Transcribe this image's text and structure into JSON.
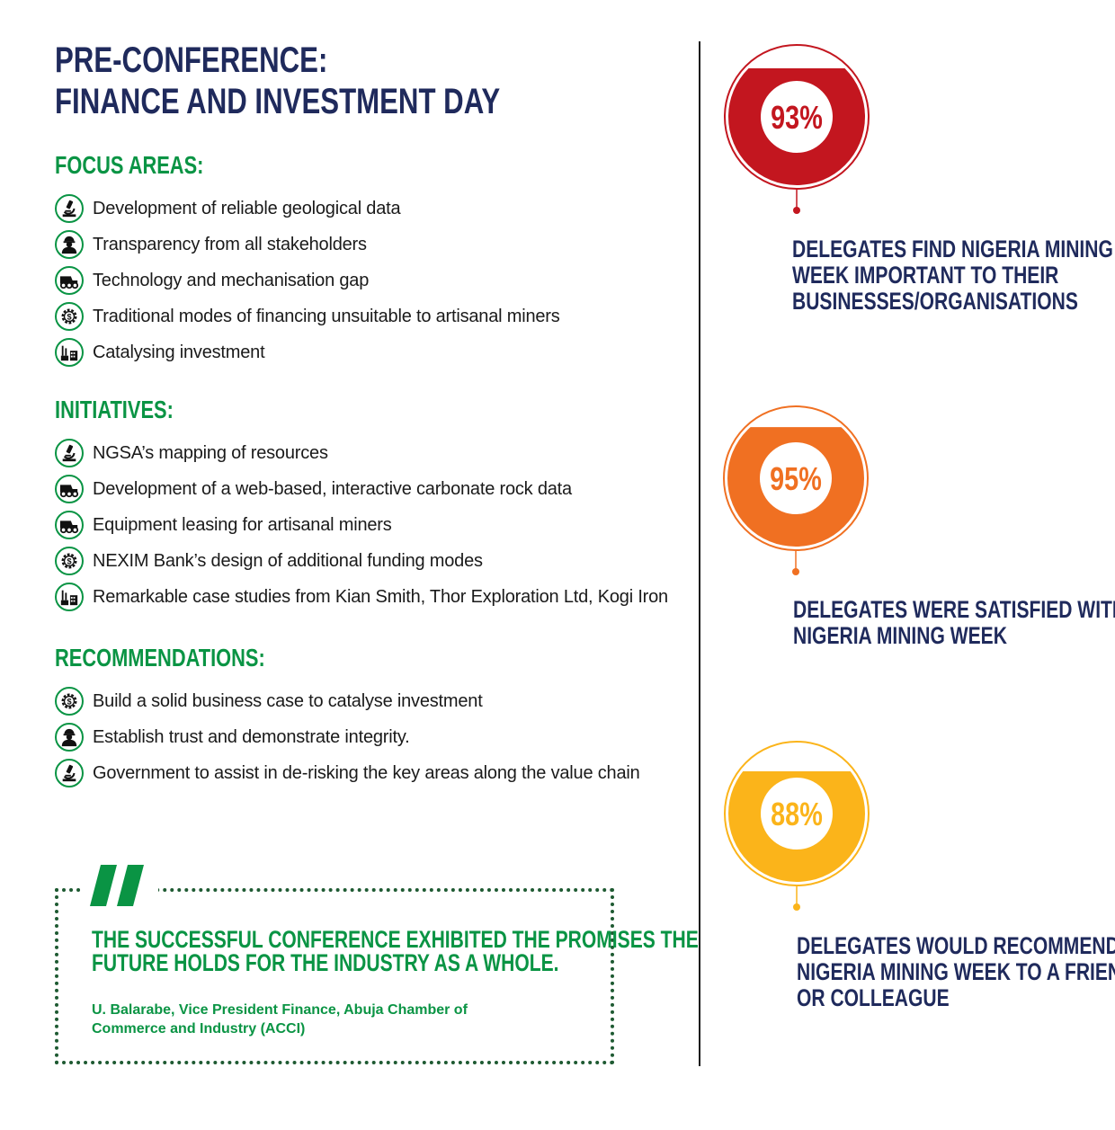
{
  "title": {
    "line1": "PRE-CONFERENCE:",
    "line2": "FINANCE AND INVESTMENT DAY"
  },
  "sections": [
    {
      "heading": "FOCUS AREAS:",
      "items": [
        {
          "icon": "microscope-icon",
          "text": "Development of reliable geological data"
        },
        {
          "icon": "worker-icon",
          "text": "Transparency from all stakeholders"
        },
        {
          "icon": "mining-truck-icon",
          "text": "Technology and mechanisation gap"
        },
        {
          "icon": "gear-dollar-icon",
          "text": "Traditional modes of financing unsuitable to artisanal miners"
        },
        {
          "icon": "factory-icon",
          "text": "Catalysing investment"
        }
      ]
    },
    {
      "heading": "INITIATIVES:",
      "items": [
        {
          "icon": "microscope-icon",
          "text": "NGSA’s mapping of resources"
        },
        {
          "icon": "mining-truck-icon",
          "text": "Development of a web-based, interactive carbonate rock data"
        },
        {
          "icon": "mining-truck-icon",
          "text": "Equipment leasing for artisanal miners"
        },
        {
          "icon": "gear-dollar-icon",
          "text": "NEXIM Bank’s design of additional funding modes"
        },
        {
          "icon": "factory-icon",
          "text": "Remarkable case studies from Kian Smith, Thor Exploration Ltd, Kogi Iron"
        }
      ]
    },
    {
      "heading": "RECOMMENDATIONS:",
      "items": [
        {
          "icon": "gear-dollar-icon",
          "text": "Build a solid business case to catalyse investment"
        },
        {
          "icon": "worker-icon",
          "text": "Establish trust and demonstrate integrity."
        },
        {
          "icon": "microscope-icon",
          "text": "Government to assist in de-risking the key areas along the value chain"
        }
      ]
    }
  ],
  "quote": {
    "line1": "THE SUCCESSFUL CONFERENCE EXHIBITED THE PROMISES THE",
    "line2": "FUTURE HOLDS FOR THE INDUSTRY AS A WHOLE.",
    "author_line1": "U. Balarabe, Vice President Finance, Abuja Chamber of",
    "author_line2": "Commerce and Industry (ACCI)"
  },
  "stats": [
    {
      "value": 93,
      "label": "93%",
      "color": "#c3161f",
      "lines": [
        "DELEGATES FIND NIGERIA MINING",
        "WEEK IMPORTANT TO THEIR",
        "BUSINESSES/ORGANISATIONS"
      ]
    },
    {
      "value": 95,
      "label": "95%",
      "color": "#f07022",
      "lines": [
        "DELEGATES WERE SATISFIED WITH",
        "NIGERIA MINING WEEK"
      ]
    },
    {
      "value": 88,
      "label": "88%",
      "color": "#fbb41a",
      "lines": [
        "DELEGATES WOULD RECOMMEND",
        "NIGERIA MINING WEEK TO A FRIEND",
        "OR COLLEAGUE"
      ]
    }
  ]
}
